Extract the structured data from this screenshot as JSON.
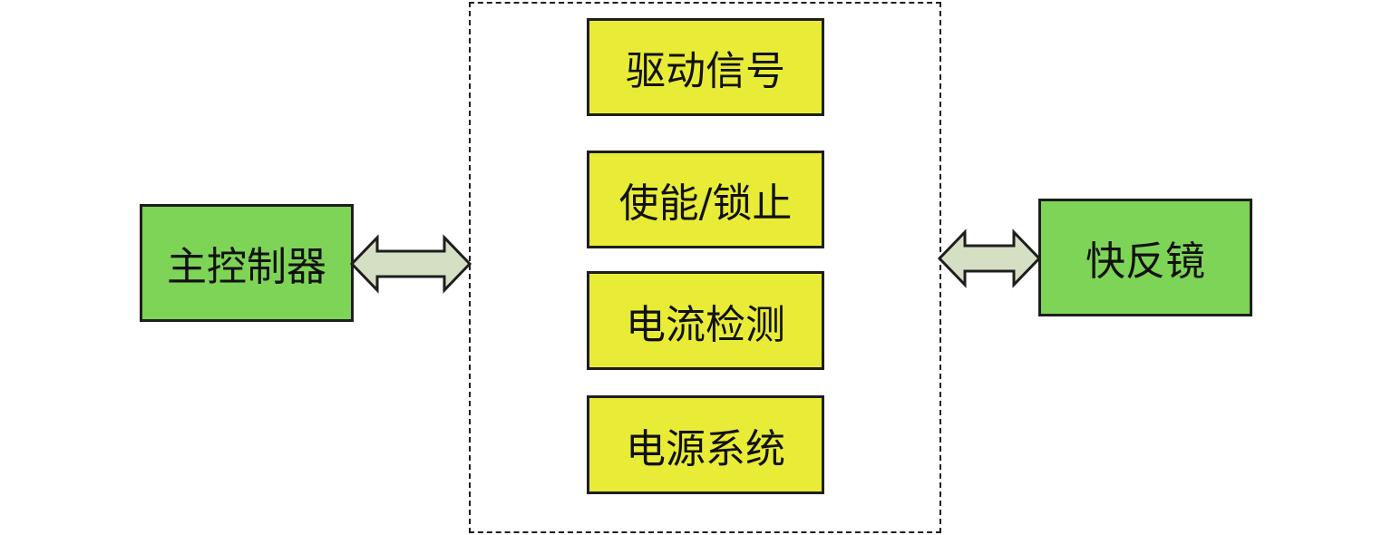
{
  "nodes": {
    "controller": "主控制器",
    "mirror": "快反镜",
    "modules": [
      "驱动信号",
      "使能/锁止",
      "电流检测",
      "电源系统"
    ]
  },
  "colors": {
    "left_right_box": "#7ed456",
    "module_box": "#e8ec36",
    "arrow_fill": "#d5dfc4",
    "stroke": "#1e1e1e"
  }
}
